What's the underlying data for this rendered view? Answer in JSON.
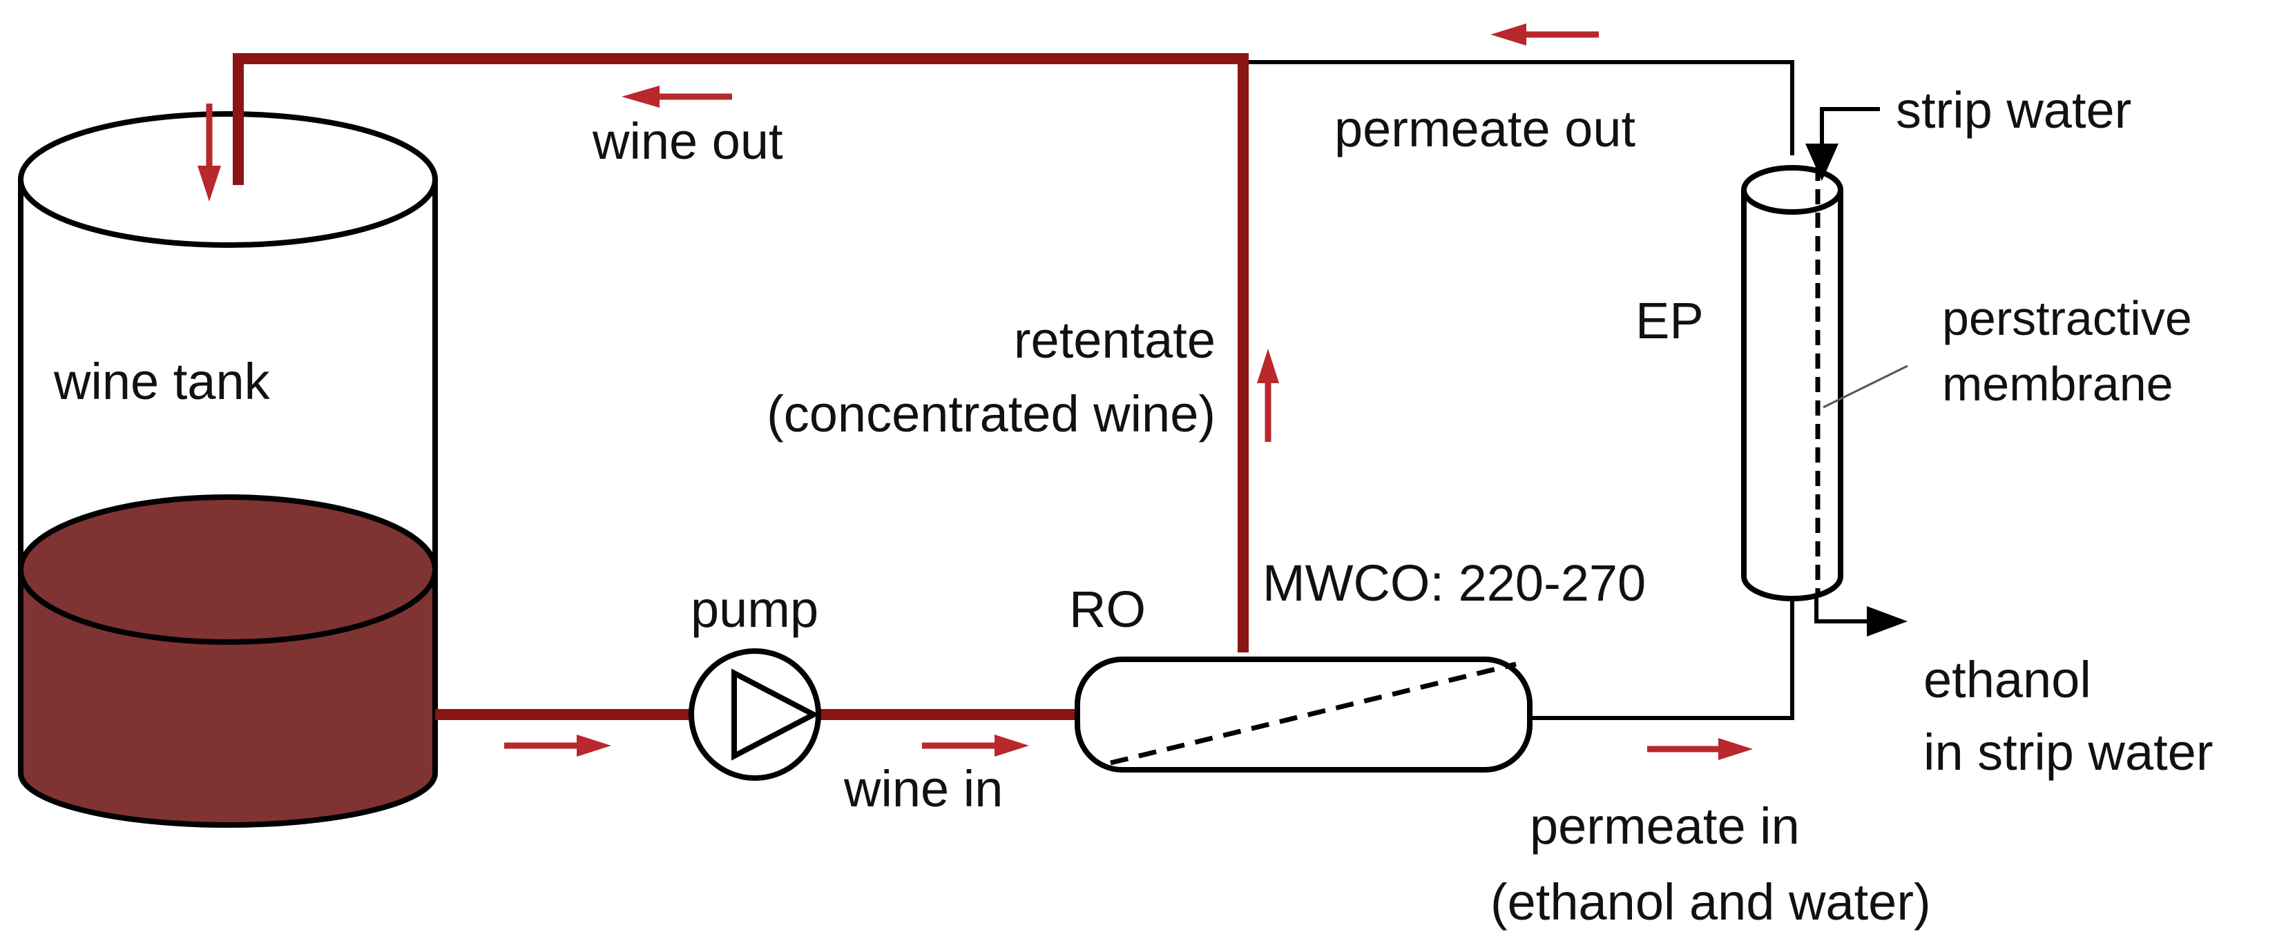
{
  "labels": {
    "wine_tank": "wine tank",
    "wine_out": "wine out",
    "permeate_out": "permeate out",
    "strip_water": "strip water",
    "ep": "EP",
    "perstractive_line1": "perstractive",
    "perstractive_line2": "membrane",
    "retentate_line1": "retentate",
    "retentate_line2": "(concentrated wine)",
    "pump": "pump",
    "ro": "RO",
    "mwco": "MWCO: 220-270",
    "ethanol_line1": "ethanol",
    "ethanol_line2": "in strip water",
    "wine_in": "wine in",
    "permeate_in_line1": "permeate in",
    "permeate_in_line2": "(ethanol and water)"
  },
  "colors": {
    "wine": "#8b1414",
    "wine_fill": "#7f3333",
    "arrow_red": "#b8282c",
    "line_black": "#000000"
  },
  "icons": {
    "pump": "pump-symbol-icon",
    "arrow": "flow-arrow-icon"
  }
}
